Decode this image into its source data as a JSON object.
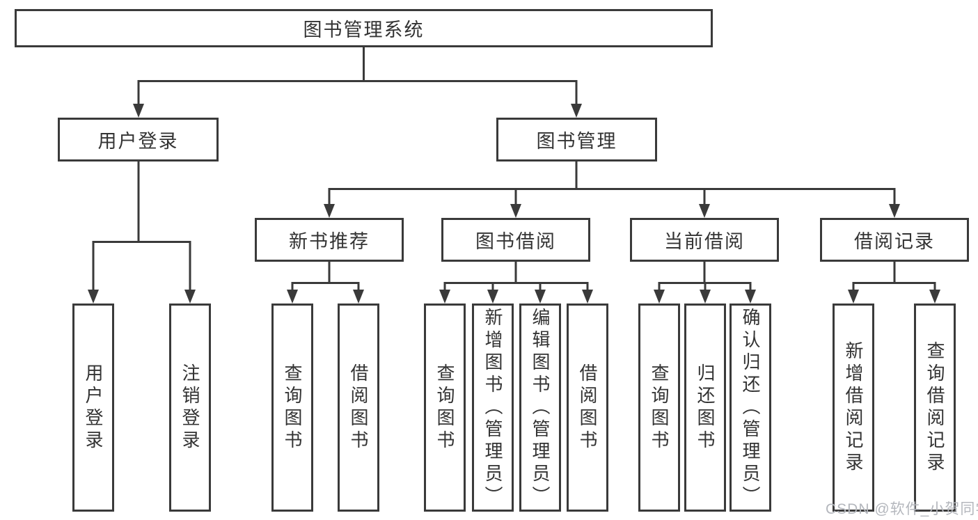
{
  "diagram_type": "hierarchy-tree",
  "colors": {
    "line": "#3a3a3a",
    "box_border": "#3a3a3a",
    "text": "#333333",
    "background": "#ffffff",
    "watermark": "#b4b7bd"
  },
  "tree": {
    "label": "图书管理系统",
    "children": [
      {
        "label": "用户登录",
        "children": [
          {
            "label": "用户登录"
          },
          {
            "label": "注销登录"
          }
        ]
      },
      {
        "label": "图书管理",
        "children": [
          {
            "label": "新书推荐",
            "children": [
              {
                "label": "查询图书"
              },
              {
                "label": "借阅图书"
              }
            ]
          },
          {
            "label": "图书借阅",
            "children": [
              {
                "label": "查询图书"
              },
              {
                "label": "新增图书（管理员）"
              },
              {
                "label": "编辑图书（管理员）"
              },
              {
                "label": "借阅图书"
              }
            ]
          },
          {
            "label": "当前借阅",
            "children": [
              {
                "label": "查询图书"
              },
              {
                "label": "归还图书"
              },
              {
                "label": "确认归还（管理员）"
              }
            ]
          },
          {
            "label": "借阅记录",
            "children": [
              {
                "label": "新增借阅记录"
              },
              {
                "label": "查询借阅记录"
              }
            ]
          }
        ]
      }
    ]
  },
  "watermark": {
    "text": "CSDN @软件_小贺同学"
  }
}
